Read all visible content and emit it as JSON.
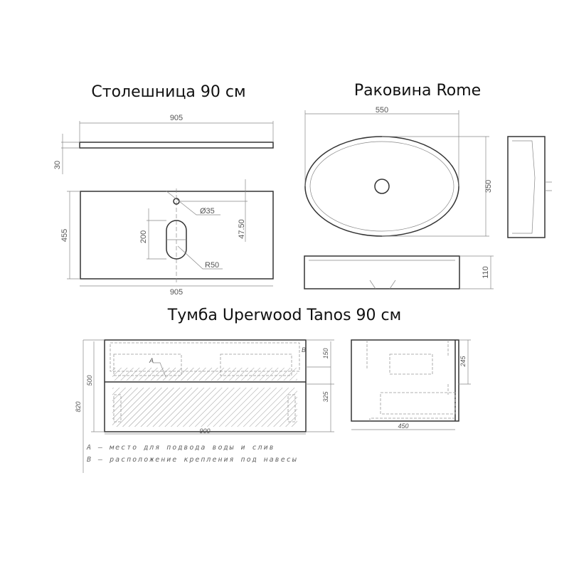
{
  "titles": {
    "countertop": "Столешница 90 см",
    "sink": "Раковина Rome",
    "vanity": "Тумба Uperwood Tanos 90 см"
  },
  "countertop_dims": {
    "width_top": "905",
    "thickness": "30",
    "depth": "455",
    "slot_length": "200",
    "hole_offset": "47.50",
    "hole_diameter": "Ø35",
    "slot_radius": "R50",
    "width_bottom": "905"
  },
  "sink_dims": {
    "width": "550",
    "depth": "350",
    "height": "110"
  },
  "vanity_dims": {
    "total_height": "820",
    "body_height": "500",
    "top_drawer": "150",
    "bottom_drawer": "325",
    "width": "900",
    "depth": "450",
    "mount_height": "245",
    "mark_a": "A",
    "mark_b": "B"
  },
  "legend": [
    "A  –  место для подвода воды и слив",
    "B  –  расположение крепления под навесы"
  ]
}
